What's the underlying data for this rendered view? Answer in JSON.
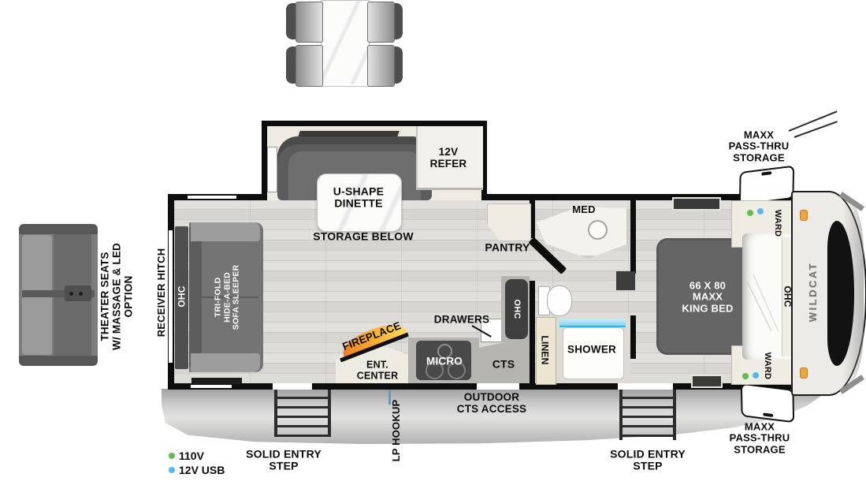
{
  "plan": {
    "brand": "WILDCAT",
    "exterior": {
      "theater_option": "THEATER SEATS\nW/ MASSAGE & LED\nOPTION",
      "receiver_hitch": "RECEIVER HITCH",
      "pass_thru_top": "MAXX\nPASS-THRU\nSTORAGE",
      "pass_thru_bottom": "MAXX\nPASS-THRU\nSTORAGE",
      "entry_step_left": "SOLID ENTRY\nSTEP",
      "entry_step_right": "SOLID ENTRY\nSTEP",
      "outdoor_cts": "OUTDOOR\nCTS ACCESS",
      "lp_hookup": "LP HOOKUP"
    },
    "living": {
      "ohc": "OHC",
      "sofa": "TRI-FOLD\nHIDE-A-BED\nSOFA SLEEPER",
      "dinette": "U-SHAPE\nDINETTE",
      "storage_below": "STORAGE BELOW",
      "refer": "12V\nREFER"
    },
    "kitchen": {
      "fireplace": "FIREPLACE",
      "ent_center": "ENT.\nCENTER",
      "micro": "MICRO",
      "cts": "CTS",
      "drawers": "DRAWERS",
      "ohc": "OHC",
      "pantry": "PANTRY"
    },
    "bath": {
      "med": "MED",
      "linen": "LINEN",
      "shower": "SHOWER"
    },
    "bedroom": {
      "bed": "66 X 80\nMAXX\nKING BED",
      "ohc": "OHC",
      "ward_top": "WARD",
      "ward_bottom": "WARD"
    },
    "legend": {
      "v110": "110V",
      "usb": "12V USB",
      "v110_color": "#63bd4e",
      "usb_color": "#55b9ed"
    },
    "colors": {
      "wall": "#0d0d0d",
      "flame": "#f6a423",
      "water": "#4fc2e8",
      "marker_light": "#f2a43c"
    }
  }
}
